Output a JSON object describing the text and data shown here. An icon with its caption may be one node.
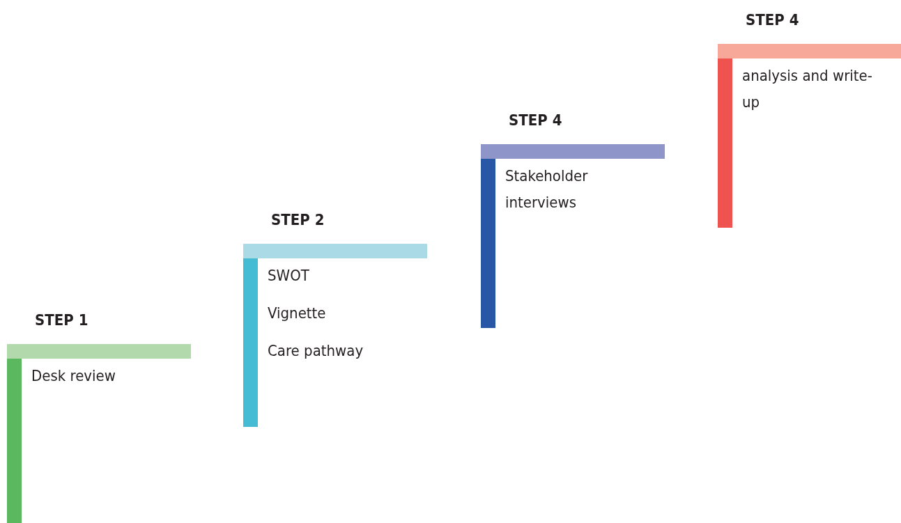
{
  "diagram": {
    "nodes": [
      {
        "text": [
          "STEP 1",
          "Desk review"
        ]
      },
      {
        "text": [
          "STEP 2",
          "SWOT",
          "Vignette",
          "Care pathway"
        ]
      },
      {
        "text": [
          "STEP 4",
          "Stakeholder interviews"
        ]
      },
      {
        "text": [
          "STEP 4",
          "analysis and write-up"
        ]
      }
    ]
  }
}
